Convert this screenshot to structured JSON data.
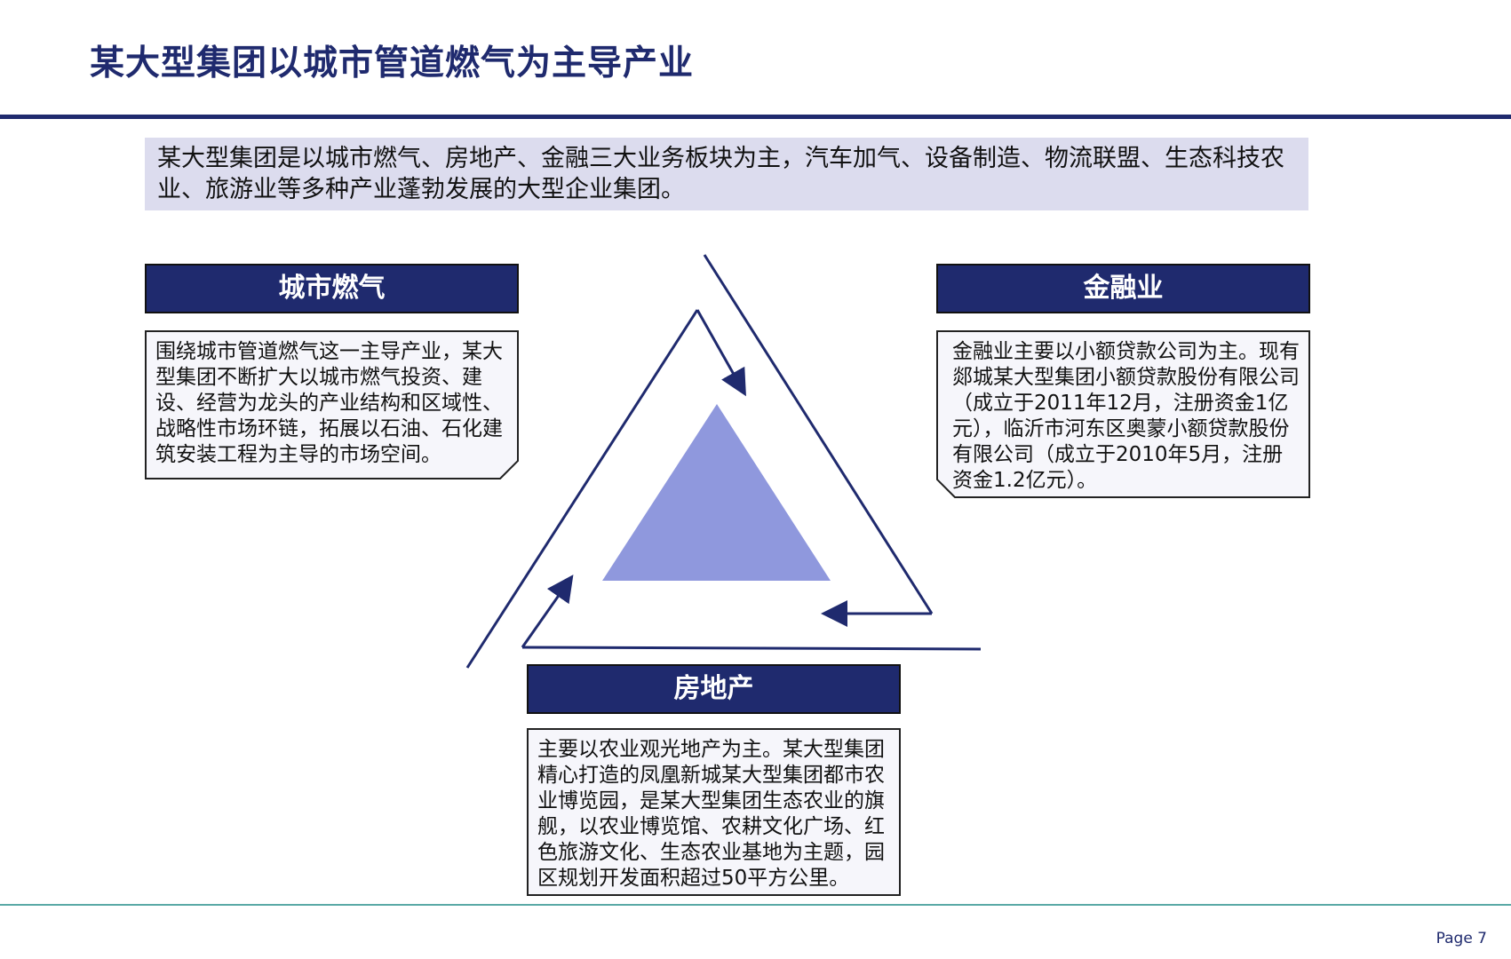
{
  "title": "某大型集团以城市管道燃气为主导产业",
  "intro": "某大型集团是以城市燃气、房地产、金融三大业务板块为主，汽车加气、设备制造、物流联盟、生态科技农业、旅游业等多种产业蓬勃发展的大型企业集团。",
  "sections": {
    "gas": {
      "header": "城市燃气",
      "text": "围绕城市管道燃气这一主导产业，某大型集团不断扩大以城市燃气投资、建设、经营为龙头的产业结构和区域性、战略性市场环链，拓展以石油、石化建筑安装工程为主导的市场空间。"
    },
    "finance": {
      "header": "金融业",
      "text": "金融业主要以小额贷款公司为主。现有郯城某大型集团小额贷款股份有限公司（成立于2011年12月，注册资金1亿元），临沂市河东区奥蒙小额贷款股份有限公司（成立于2010年5月，注册资金1.2亿元）。"
    },
    "realestate": {
      "header": "房地产",
      "text": "主要以农业观光地产为主。某大型集团精心打造的凤凰新城某大型集团都市农业博览园，是某大型集团生态农业的旗舰，以农业博览馆、农耕文化广场、红色旅游文化、生态农业基地为主题，园区规划开发面积超过50平方公里。"
    }
  },
  "footer": {
    "page": "Page 7"
  },
  "colors": {
    "navy": "#1f2a6e",
    "triangle_fill": "#8f98dd",
    "intro_bg": "#dcdcee",
    "footer_line": "#5aa9a6"
  }
}
